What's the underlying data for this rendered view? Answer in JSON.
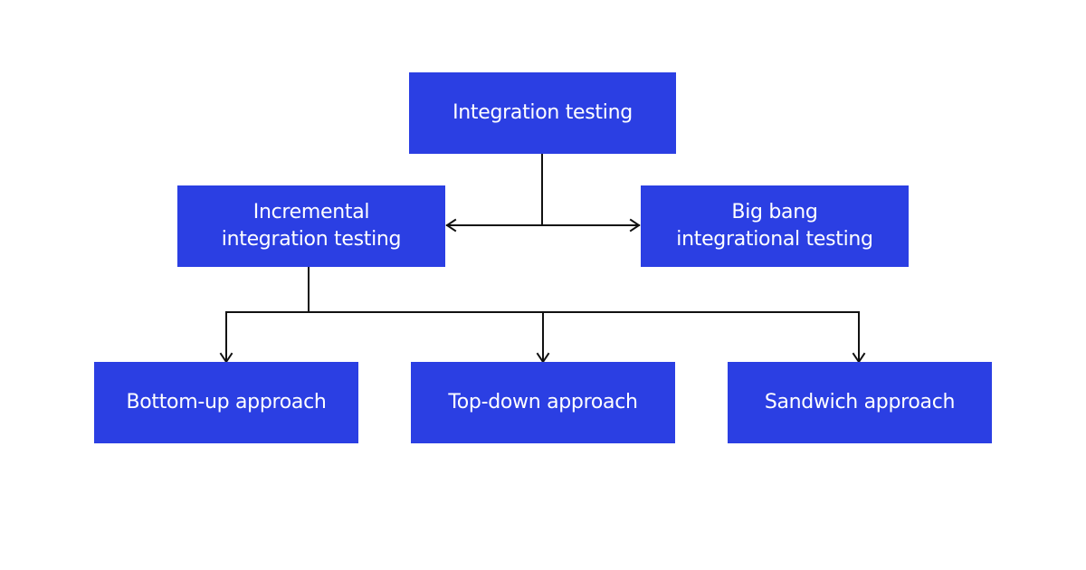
{
  "colors": {
    "node_fill": "#2b3fe3",
    "node_text": "#ffffff",
    "connector": "#111111",
    "background": "#ffffff"
  },
  "nodes": {
    "root": {
      "label": "Integration testing"
    },
    "incremental": {
      "line1": "Incremental",
      "line2": "integration testing"
    },
    "big_bang": {
      "line1": "Big bang",
      "line2": "integrational testing"
    },
    "bottom_up": {
      "label": "Bottom-up approach"
    },
    "top_down": {
      "label": "Top-down approach"
    },
    "sandwich": {
      "label": "Sandwich approach"
    }
  },
  "edges": [
    {
      "from": "root",
      "to": "incremental"
    },
    {
      "from": "root",
      "to": "big_bang"
    },
    {
      "from": "incremental",
      "to": "bottom_up"
    },
    {
      "from": "incremental",
      "to": "top_down"
    },
    {
      "from": "incremental",
      "to": "sandwich"
    }
  ]
}
